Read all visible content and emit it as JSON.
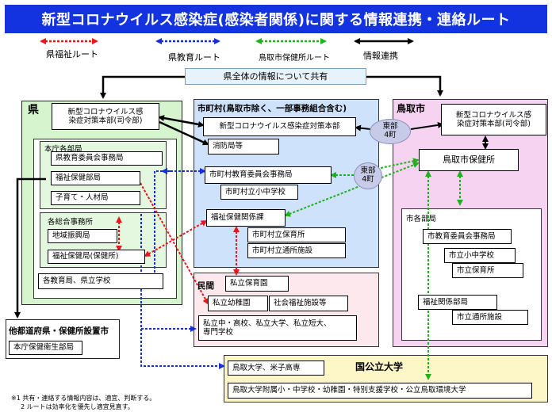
{
  "title": "新型コロナウイルス感染症(感染者関係)に関する情報連携・連絡ルート",
  "legend": {
    "pref_welfare": "県福祉ルート",
    "pref_education": "県教育ルート",
    "tottori_health": "鳥取市保健所ルート",
    "info_link": "情報連携"
  },
  "shared_info": "県全体の情報について共有",
  "pref": {
    "header": "県",
    "hq": "新型コロナウイルス感\n染症対策本部(司令部)",
    "dept_group_label": "本庁各部局",
    "edu_board": "県教育委員会事務局",
    "welfare_dept": "福祉保健部局",
    "childcare": "子育て・人材局",
    "offices_label": "各総合事務所",
    "regional": "地域振興局",
    "health_center": "福祉保健局(保健所)",
    "schools": "各教育局、県立学校"
  },
  "other_pref": {
    "header": "他都道府県・保健所設置市",
    "dept": "本庁保健衛生部局"
  },
  "muni": {
    "header": "市町村(鳥取市除く、一部事務組合含む)",
    "hq": "新型コロナウイルス感染症対策本部",
    "fire": "消防局等",
    "edu_board": "市町村教育委員会事務局",
    "schools": "市町村立小中学校",
    "welfare": "福祉保健関係課",
    "nursery": "市町村立保育所",
    "facility": "市町村立通所施設"
  },
  "private": {
    "header": "民間",
    "nursery": "私立保育園",
    "kindergarten": "私立幼稚園",
    "welfare_fac": "社会福祉施設等",
    "schools": "私立中・高校、私立大学、私立短大、\n専門学校"
  },
  "tottori": {
    "header": "鳥取市",
    "hq": "新型コロナウイルス感\n染症対策本部(司令部)",
    "health_center": "鳥取市保健所",
    "depts_label": "市各部局",
    "edu_board": "市教育委員会事務局",
    "schools": "市立小中学校",
    "nursery": "市立保育所",
    "welfare": "福祉関係部局",
    "facility": "市立通所施設"
  },
  "towns1": "東部\n4町",
  "towns2": "東部\n4町",
  "univ": {
    "header": "国公立大学",
    "tottori_univ": "鳥取大学、米子高専",
    "attached": "鳥取大学附属小・中学校・幼稚園・特別支援学校・公立鳥取環境大学"
  },
  "notes": {
    "n1": "※1 共有・連絡する情報内容は、適宜、判断する。",
    "n2": "2 ルートは効率化を優先し適宜見直す。"
  },
  "colors": {
    "title_bg": "#1433e0",
    "pref_bg": "#d6f5cf",
    "muni_bg": "#cfe2fb",
    "private_bg": "#fde8ee",
    "tottori_bg": "#f7d3f2",
    "univ_bg": "#fdf6c6",
    "welfare_route": "#e8161d",
    "education_route": "#1630d8",
    "health_route": "#1fb21f"
  }
}
